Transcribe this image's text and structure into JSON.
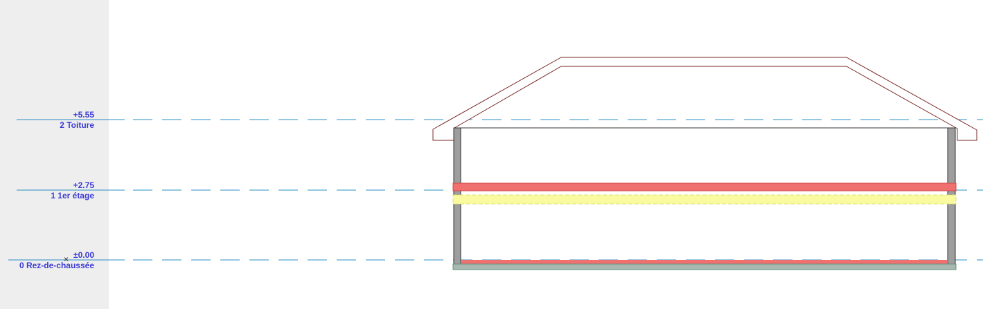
{
  "colors": {
    "panel_background": "#eeeeee",
    "canvas_background": "#ffffff",
    "level_text": "#3b3bd6",
    "level_line": "#2a8fc4",
    "roof_outline": "#7a2a2a",
    "wall_fill": "#9e9e9e",
    "slab_fill": "#f07070",
    "insulation_fill": "#fafaa0",
    "foundation_fill": "#8fb8a8"
  },
  "levels": [
    {
      "elevation": "+5.55",
      "name": "2 Toiture"
    },
    {
      "elevation": "+2.75",
      "name": "1 1er étage"
    },
    {
      "elevation": "±0.00",
      "name": "0 Rez-de-chaussée"
    }
  ],
  "origin_marker": {
    "glyph": "×",
    "icon": "origin-cross-icon"
  }
}
